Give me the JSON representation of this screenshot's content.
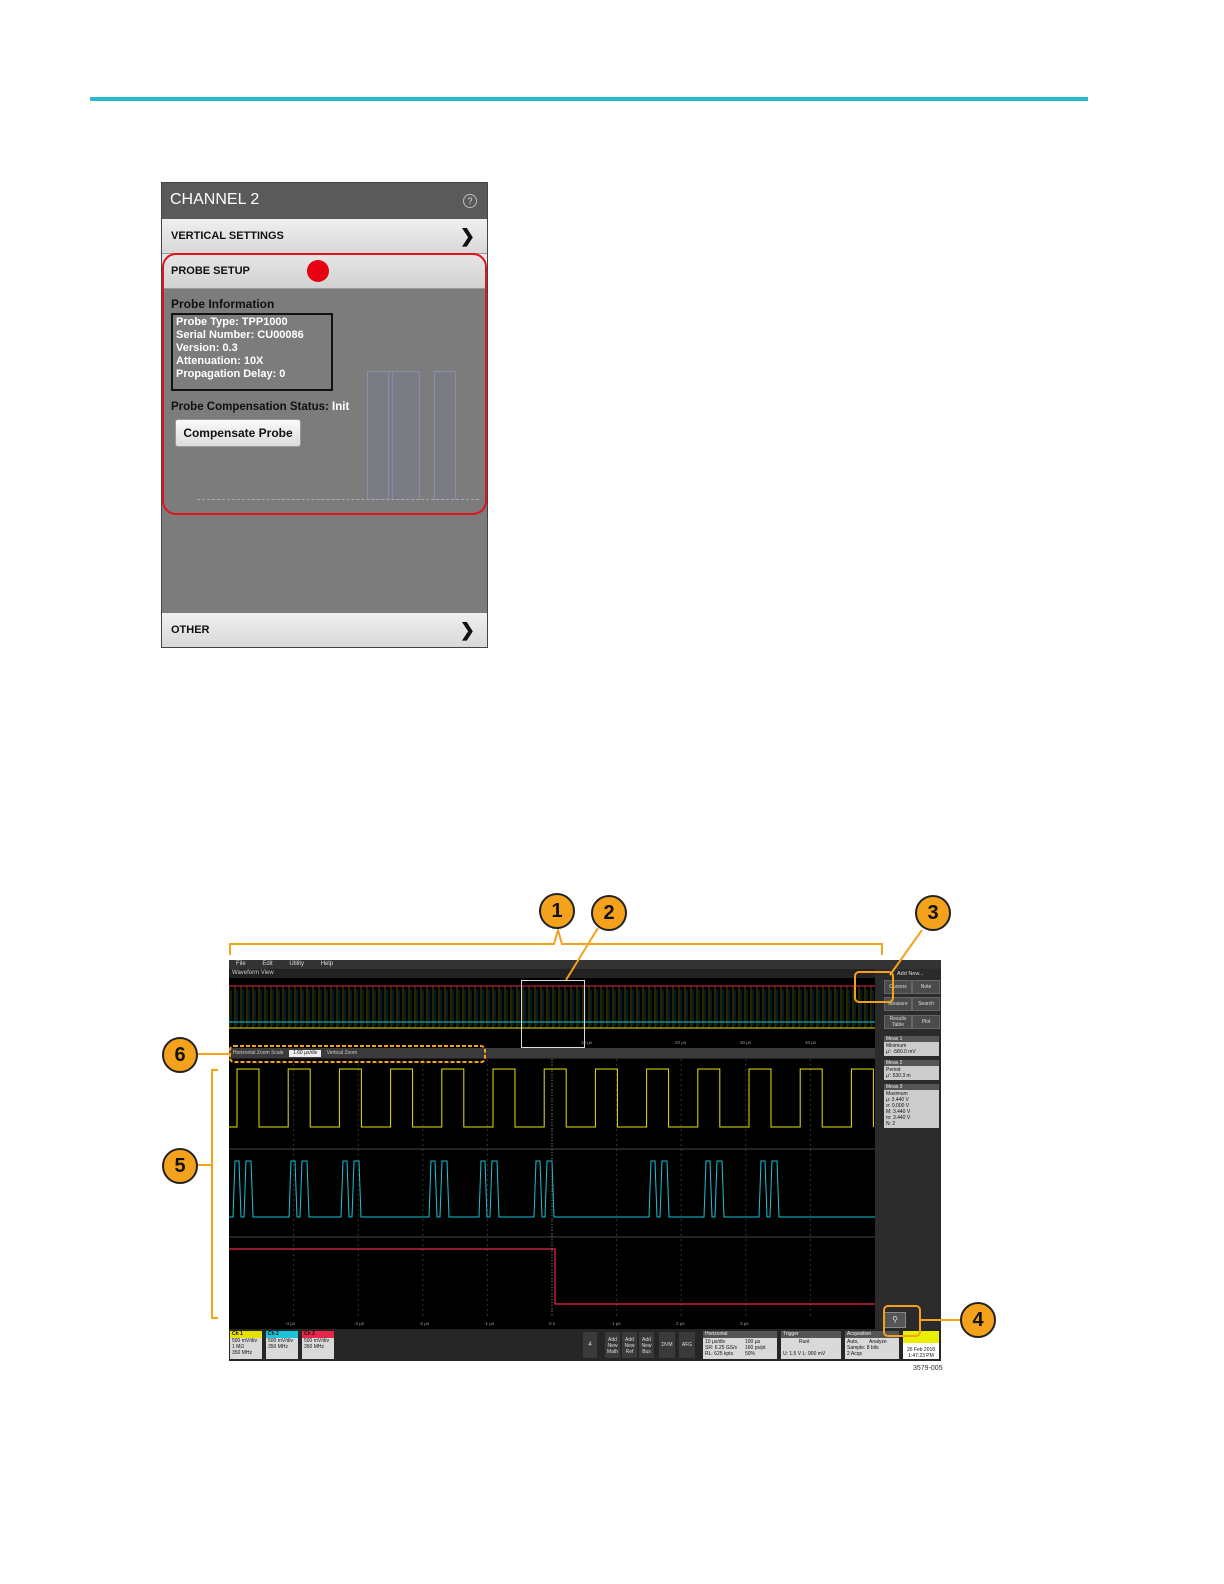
{
  "panel": {
    "title": "CHANNEL 2",
    "help": "?",
    "vertical_settings": "VERTICAL SETTINGS",
    "probe_setup": "PROBE SETUP",
    "probe_info_title": "Probe Information",
    "probe_info_lines": [
      "Probe Type: TPP1000",
      "Serial Number: CU00086",
      "Version: 0.3",
      "Attenuation: 10X",
      "Propagation Delay: 0"
    ],
    "comp_status_label": "Probe Compensation Status:",
    "comp_status_value": "Init",
    "compensate_button": "Compensate Probe",
    "other": "OTHER",
    "chevron": "❯"
  },
  "scope": {
    "menu": [
      "File",
      "Edit",
      "Utility",
      "Help"
    ],
    "waveform_view": "Waveform View",
    "overview_time_labels": [
      "10 µs",
      "20 µs",
      "30 µs",
      "40 µs"
    ],
    "zoom_bar": {
      "h_zoom_label": "Horizontal Zoom Scale",
      "h_zoom_value": "1.60 µs/div",
      "v_zoom_label": "Vertical Zoom"
    },
    "right": {
      "add_new": "Add New...",
      "cursors": "Cursors",
      "note": "Note",
      "measure": "Measure",
      "search": "Search",
      "results_table": "Results Table",
      "plot": "Plot"
    },
    "measurements": [
      {
        "title": "Meas 1",
        "lines": [
          "Minimum",
          "µ': -580.0 mV"
        ]
      },
      {
        "title": "Meas 2",
        "lines": [
          "Period",
          "µ': 530.3 m"
        ]
      },
      {
        "title": "Meas 3",
        "lines": [
          "Maximum",
          "µ: 3.440 V",
          "σ: 0.000 V",
          "M: 3.440 V",
          "m: 3.440 V",
          "N: 2"
        ]
      }
    ],
    "main_time_labels": [
      "-4 µs",
      "-3 µs",
      "-2 µs",
      "-1 µs",
      "0 s",
      "1 µs",
      "2 µs",
      "3 µs"
    ],
    "channels": [
      {
        "name": "Ch 1",
        "lines": [
          "500 mV/div",
          "1 MΩ",
          "350 MHz"
        ],
        "color": "#e6e200"
      },
      {
        "name": "Ch 2",
        "lines": [
          "500 mV/div",
          "",
          "350 MHz"
        ],
        "color": "#19c3d8"
      },
      {
        "name": "Ch 3",
        "lines": [
          "500 mV/div",
          "",
          "350 MHz"
        ],
        "color": "#e8264b"
      }
    ],
    "bottom_buttons": {
      "count": "4",
      "add_math": "Add New Math",
      "add_ref": "Add New Ref",
      "add_bus": "Add New Bus",
      "dvm": "DVM",
      "afg": "AFG"
    },
    "horizontal": {
      "title": "Horizontal",
      "lines": [
        "10 µs/div",
        "SR: 6.25 GS/s",
        "RL: 625 kpts"
      ],
      "lines2": [
        "100 µs",
        "160 ps/pt",
        "50%"
      ]
    },
    "trigger": {
      "title": "Trigger",
      "lines": [
        "Runt",
        "U: 1.5 V",
        "L: 900 mV"
      ]
    },
    "acquisition": {
      "title": "Acquisition",
      "lines": [
        "Auto,",
        "Sample: 8 bits",
        "2 Acqs"
      ],
      "analyze": "Analyze"
    },
    "date": [
      "26 Feb 2018",
      "1:47:23 PM"
    ]
  },
  "callouts": [
    "1",
    "2",
    "3",
    "4",
    "5",
    "6"
  ],
  "figure_id": "3579-005"
}
